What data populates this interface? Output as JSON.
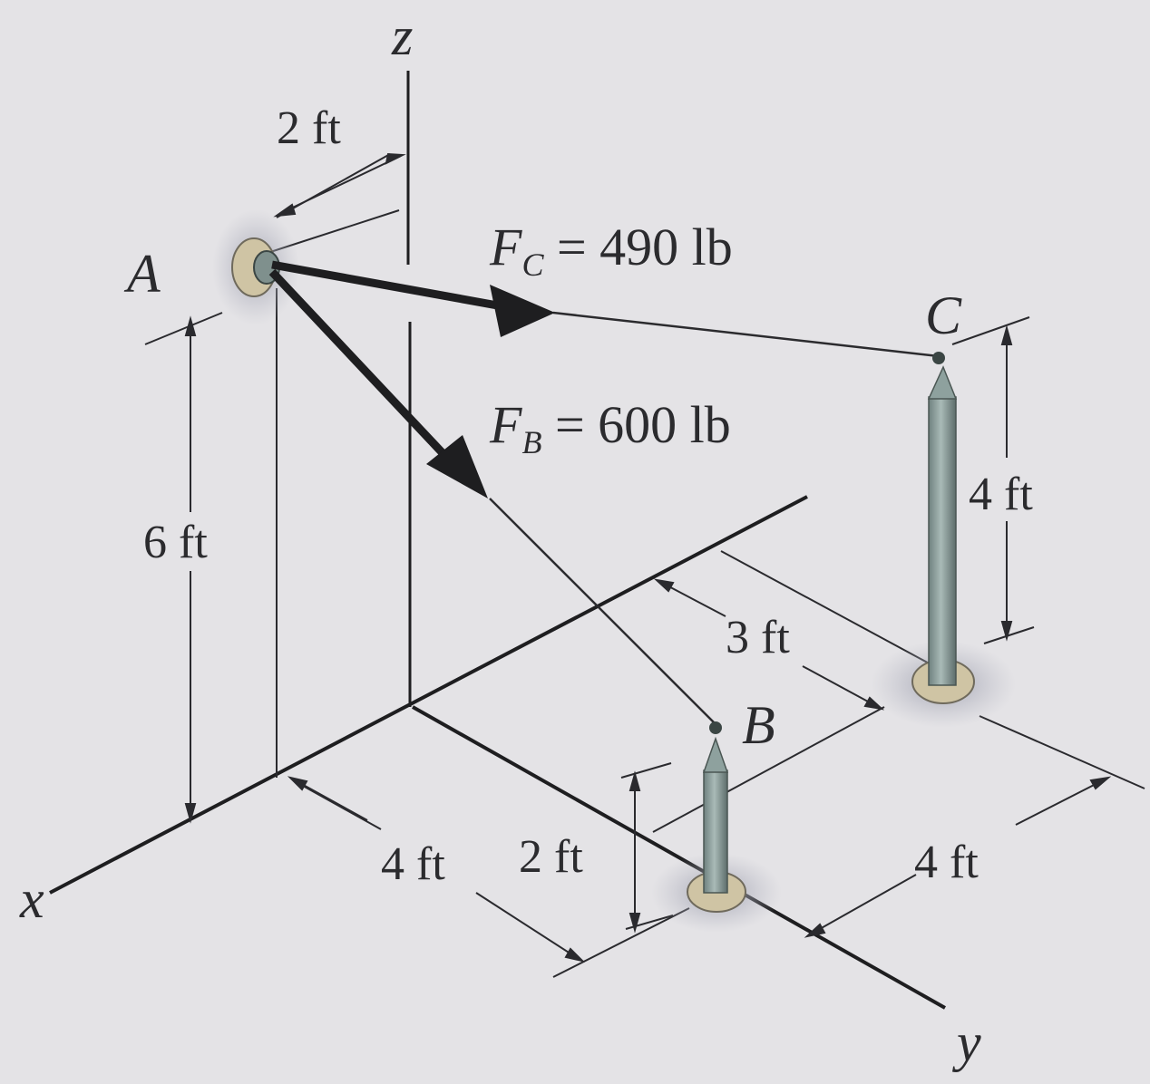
{
  "axes": {
    "x": "x",
    "y": "y",
    "z": "z"
  },
  "points": {
    "A": "A",
    "B": "B",
    "C": "C"
  },
  "forces": {
    "FC": {
      "symbol": "F",
      "subscript": "C",
      "equals": " = 490 lb",
      "magnitude_lb": 490
    },
    "FB": {
      "symbol": "F",
      "subscript": "B",
      "equals": " = 600 lb",
      "magnitude_lb": 600
    }
  },
  "dimensions": {
    "a_offset": "2 ft",
    "a_height": "6 ft",
    "c_height": "4 ft",
    "c_offset": "3 ft",
    "b_x": "4 ft",
    "b_y": "2 ft",
    "c_y": "4 ft"
  },
  "colors": {
    "background": "#e4e3e6",
    "line": "#1e1e20",
    "post": "#8ea19e",
    "base": "#cfc4a4"
  }
}
